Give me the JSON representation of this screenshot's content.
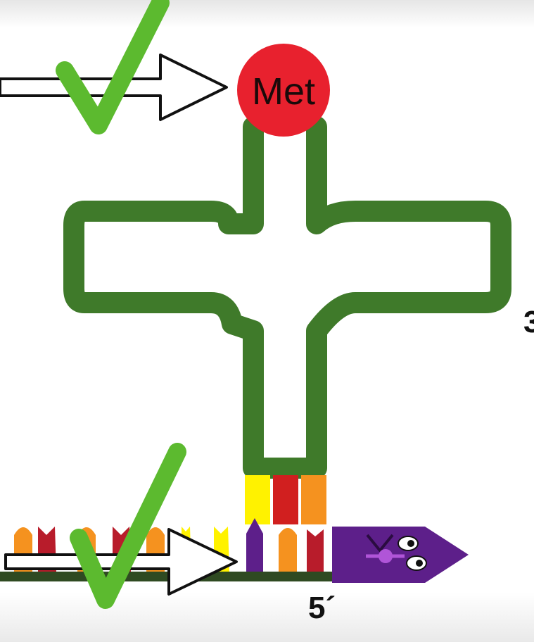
{
  "diagram": {
    "amino_acid_label": "Met",
    "five_prime_label": "5´",
    "three_prime_label": "3",
    "colors": {
      "trna_green": "#3f7a2a",
      "met_red": "#e8212e",
      "check_green": "#5cba2f",
      "anticodon_yellow": "#fff200",
      "anticodon_red": "#d11f1f",
      "anticodon_orange": "#f5921f",
      "ribosome_purple": "#5d1f8a",
      "mrna_line": "#2f4a22"
    },
    "icons": [
      "check-mark-icon",
      "right-arrow-icon",
      "ribosome-creature-icon"
    ]
  }
}
